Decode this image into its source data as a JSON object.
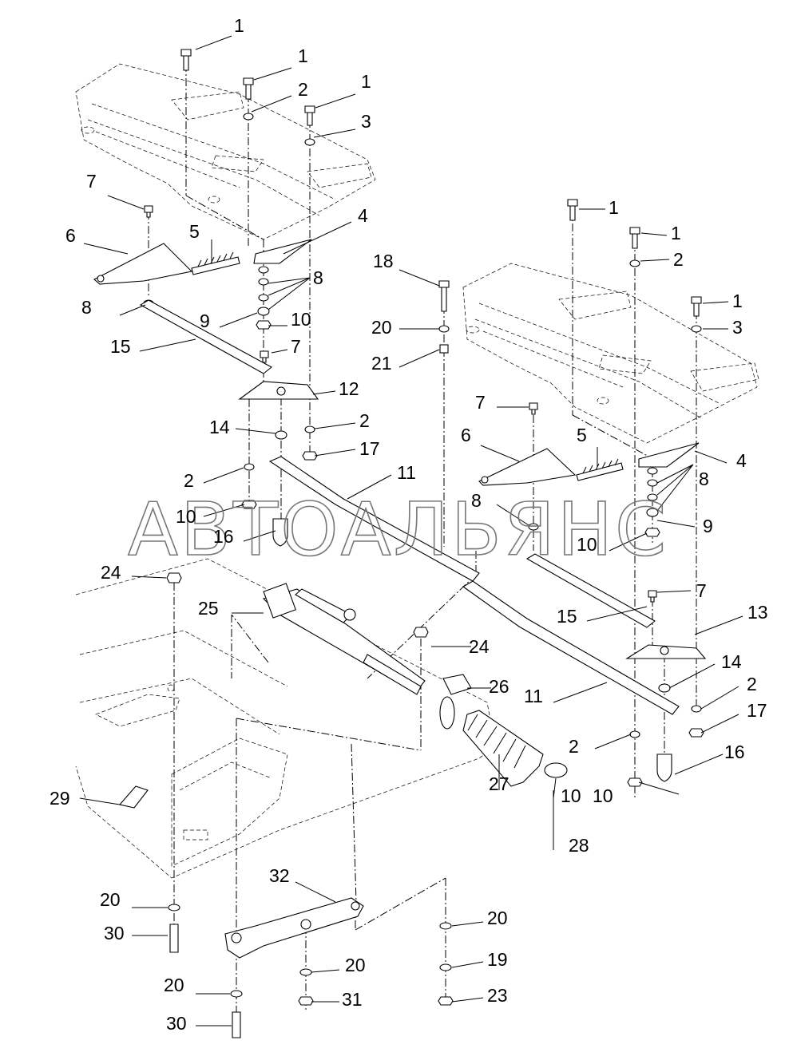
{
  "watermark": "АВТОАЛЬЯНС",
  "callouts": [
    "1",
    "1",
    "1",
    "2",
    "3",
    "4",
    "5",
    "6",
    "7",
    "8",
    "8",
    "9",
    "10",
    "15",
    "7",
    "12",
    "14",
    "2",
    "17",
    "2",
    "10",
    "16",
    "11",
    "18",
    "20",
    "21",
    "1",
    "1",
    "2",
    "1",
    "3",
    "7",
    "6",
    "5",
    "4",
    "8",
    "8",
    "9",
    "10",
    "7",
    "15",
    "13",
    "14",
    "2",
    "17",
    "2",
    "10",
    "16",
    "11",
    "24",
    "25",
    "24",
    "26",
    "27",
    "10",
    "28",
    "29",
    "32",
    "20",
    "30",
    "20",
    "30",
    "20",
    "31",
    "20",
    "19",
    "23"
  ]
}
